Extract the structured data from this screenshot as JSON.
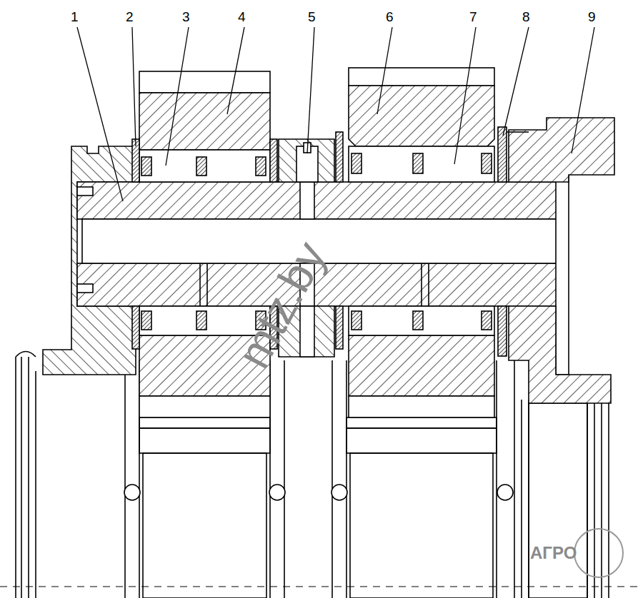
{
  "diagram": {
    "labels": [
      "1",
      "2",
      "3",
      "4",
      "5",
      "6",
      "7",
      "8",
      "9",
      "mtz.by",
      "АГРО"
    ]
  }
}
